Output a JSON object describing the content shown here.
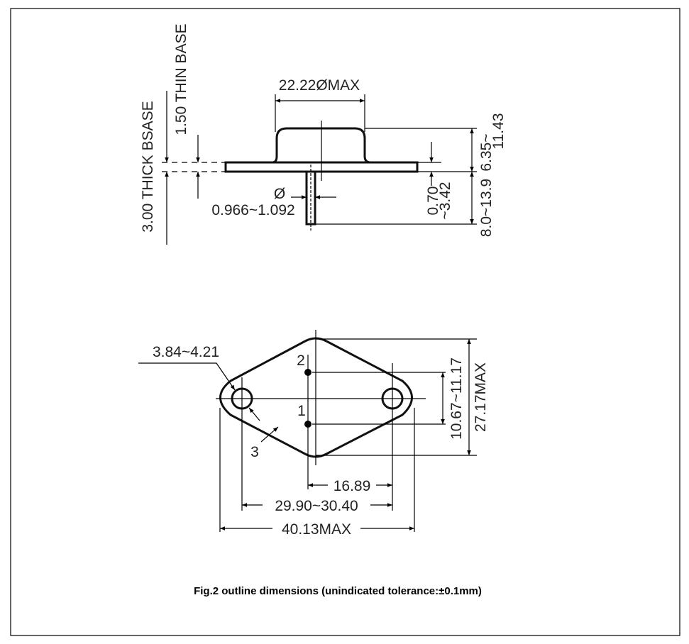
{
  "figure": {
    "caption": "Fig.2 outline dimensions (unindicated tolerance:±0.1mm)",
    "side_view": {
      "cap_diameter": "22.22ØMAX",
      "thick_base": "3.00 THICK BSASE",
      "thin_base": "1.50 THIN BASE",
      "lead_diameter_symbol": "Ø",
      "lead_diameter": "0.966~1.092",
      "lead_offset_a": "0.70",
      "lead_offset_b": "~3.42",
      "height_a": "6.35~",
      "height_b": "11.43",
      "lead_length": "8.0~13.9"
    },
    "bottom_view": {
      "hole_diameter": "3.84~4.21",
      "pin2_label": "2",
      "pin1_label": "1",
      "case_label": "3",
      "pin_spacing_v": "10.67~11.17",
      "overall_height": "27.17MAX",
      "pin_to_hole": "16.89",
      "hole_spacing": "29.90~30.40",
      "overall_width": "40.13MAX"
    }
  }
}
